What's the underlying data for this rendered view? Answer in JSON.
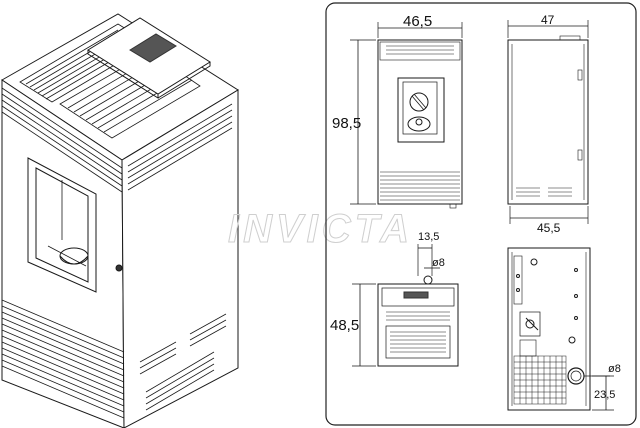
{
  "watermark": {
    "brand": "INVICTA"
  },
  "dimensions": {
    "front_width": "46,5",
    "side_depth_top": "47",
    "height": "98,5",
    "side_depth_bottom": "45,5",
    "top_depth": "48,5",
    "flue_offset": "13,5",
    "flue_diameter_top": "ø8",
    "air_inlet_diameter": "ø8",
    "air_inlet_height": "23,5"
  },
  "colors": {
    "line": "#1a1a1a",
    "panel_border": "#222222",
    "watermark": "#cfcfcf"
  }
}
